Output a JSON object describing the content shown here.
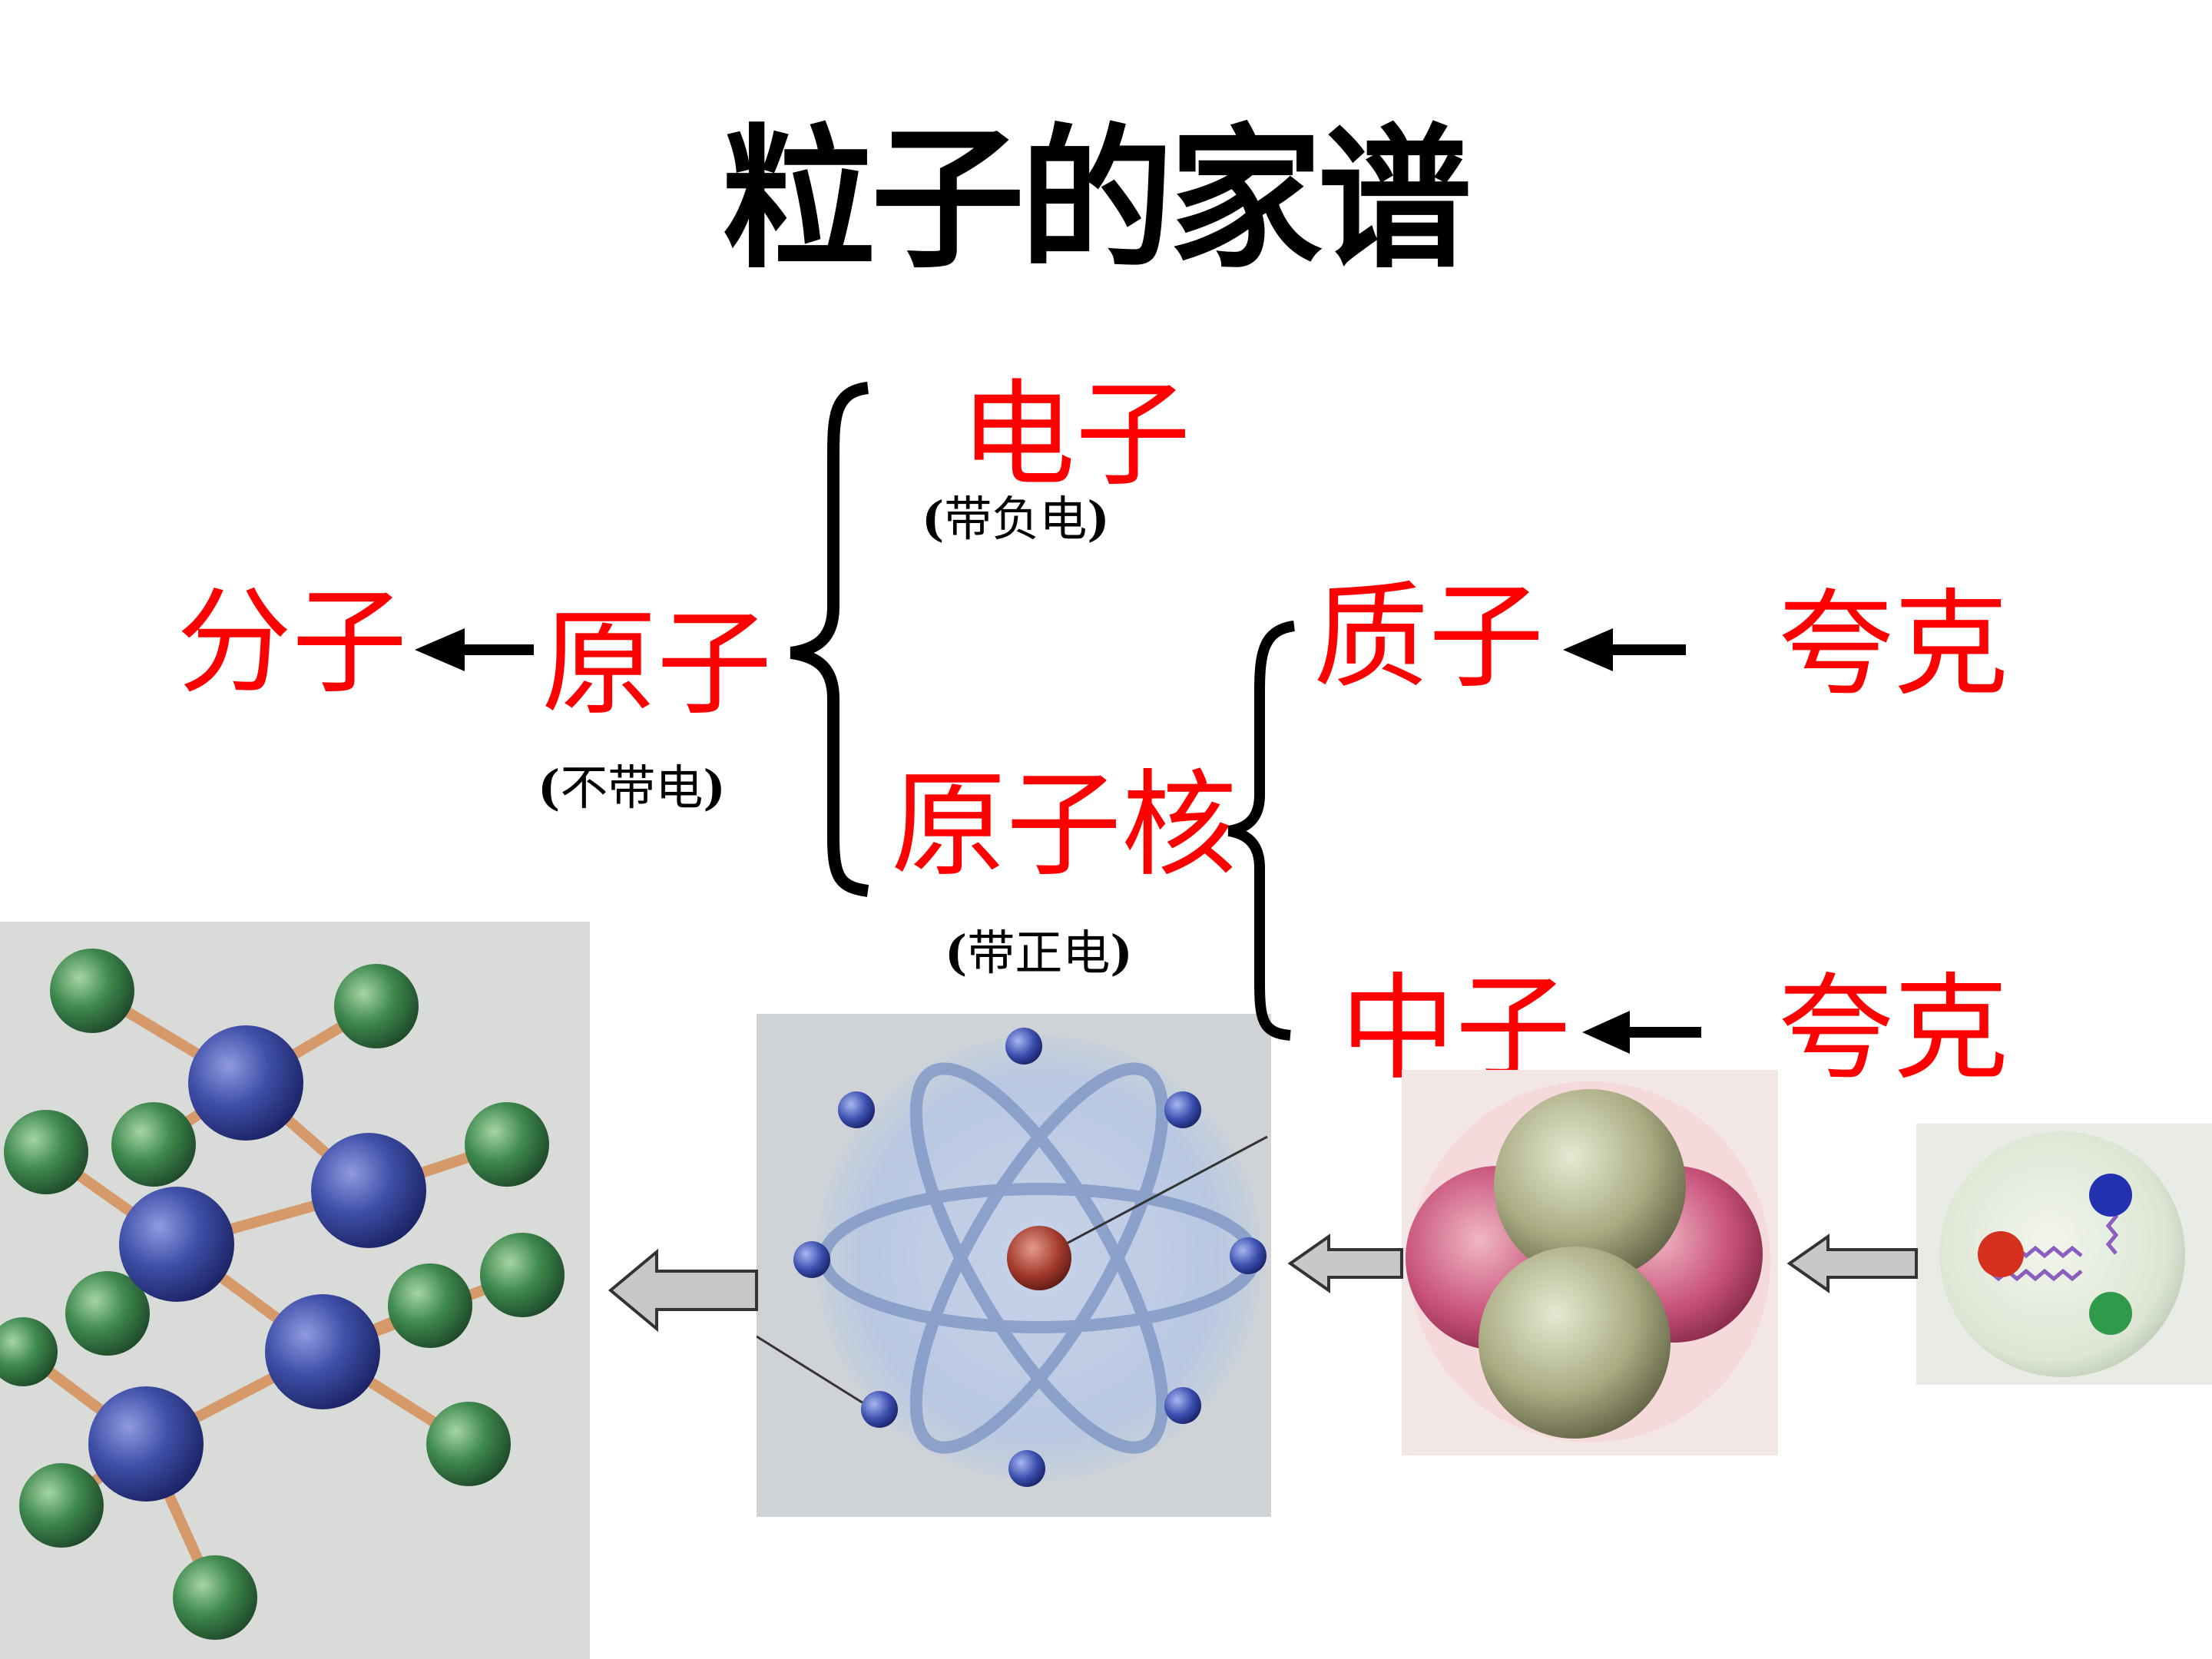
{
  "title": "粒子的家谱",
  "nodes": {
    "molecule": "分子",
    "atom": "原子",
    "atom_note": "不带电",
    "electron": "电子",
    "electron_note": "带负电",
    "nucleus": "原子核",
    "nucleus_note": "带正电",
    "proton": "质子",
    "neutron": "中子",
    "quark_top": "夸克",
    "quark_bottom": "夸克"
  },
  "colors": {
    "accent": "#ff0000",
    "text": "#000000",
    "molecule_atom_blue": "#3f4fa8",
    "molecule_atom_green": "#3f8a4f",
    "nucleus_red": "#a33a2e",
    "proton_pink": "#c8517a",
    "neutron_olive": "#9a9a6e"
  },
  "icons": {
    "left_arrow": "arrow-left-icon",
    "hollow_arrow": "hollow-arrow-left-icon",
    "brace": "curly-brace-icon"
  }
}
